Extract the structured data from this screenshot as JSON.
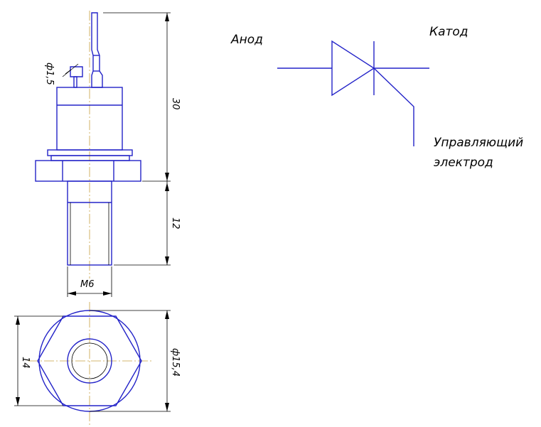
{
  "dimensions": {
    "total_height": "30",
    "thread_length": "12",
    "thread": "M6",
    "hex_width": "14",
    "hex_diameter": "ф15,4",
    "gate_lead_diameter": "ф1,5"
  },
  "symbol": {
    "anode_label": "Анод",
    "cathode_label": "Катод",
    "gate_label_line1": "Управляющий",
    "gate_label_line2": "электрод"
  },
  "colors": {
    "outline": "#2323c8",
    "centerline": "#c8a040",
    "dimension": "#000000"
  }
}
